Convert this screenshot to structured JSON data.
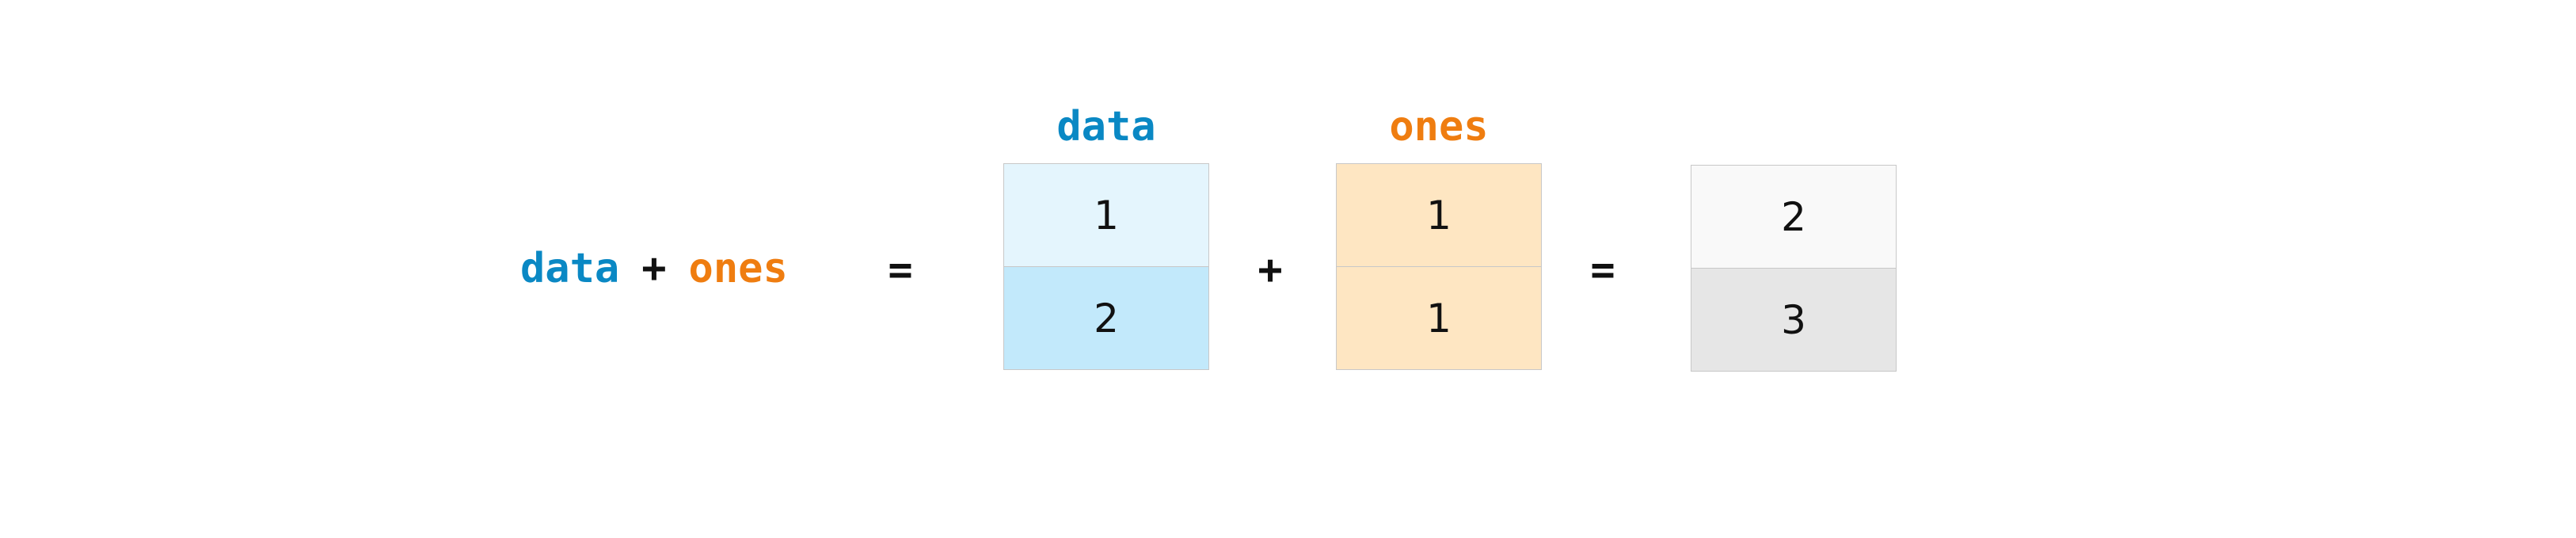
{
  "colors": {
    "data": "#0a88c4",
    "ones": "#ef7d10",
    "operator": "#111111",
    "data_cell_1": "#e4f5fd",
    "data_cell_2": "#c2e9fb",
    "ones_cell": "#fee6c2",
    "result_cell_1": "#f9f9f9",
    "result_cell_2": "#e6e6e6"
  },
  "expression": {
    "left": "data",
    "operator": "+",
    "right": "ones"
  },
  "equals_1": "=",
  "plus": "+",
  "equals_2": "=",
  "arrays": {
    "data": {
      "label": "data",
      "cells": [
        "1",
        "2"
      ]
    },
    "ones": {
      "label": "ones",
      "cells": [
        "1",
        "1"
      ]
    },
    "result": {
      "label": "",
      "cells": [
        "2",
        "3"
      ]
    }
  }
}
